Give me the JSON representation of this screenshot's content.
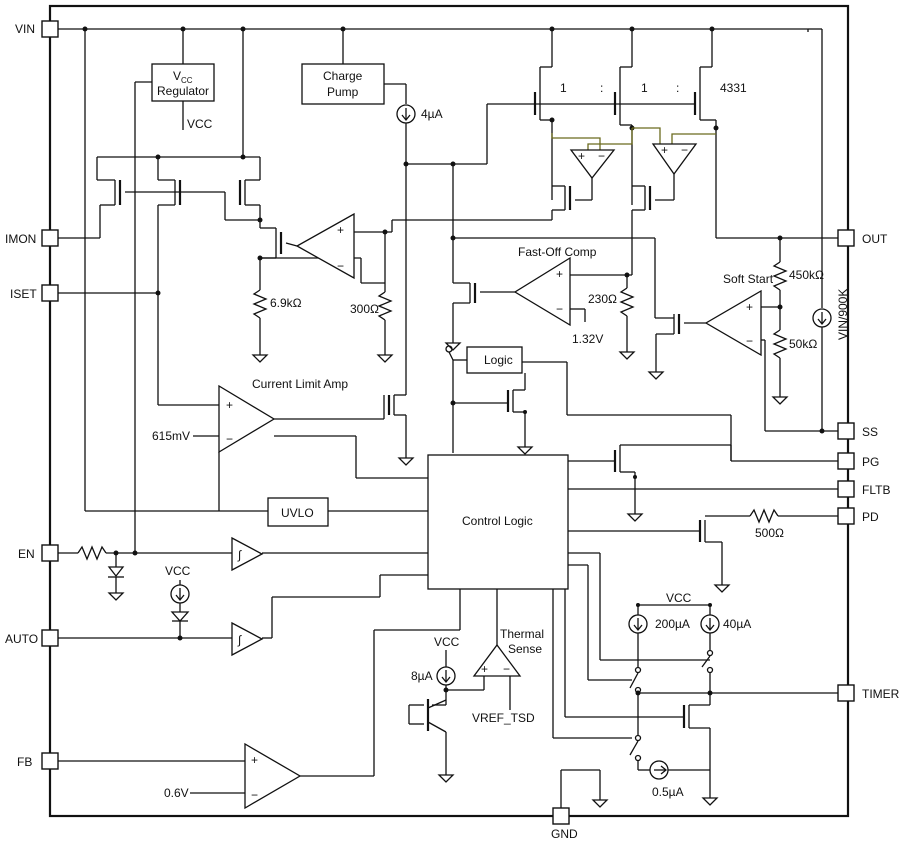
{
  "pins": {
    "vin": "VIN",
    "imon": "IMON",
    "iset": "ISET",
    "en": "EN",
    "auto": "AUTO",
    "fb": "FB",
    "out": "OUT",
    "ss": "SS",
    "pg": "PG",
    "fltb": "FLTB",
    "pd": "PD",
    "timer": "TIMER",
    "gnd": "GND"
  },
  "blocks": {
    "vcc_regulator_line1": "V",
    "vcc_regulator_sub": "CC",
    "vcc_regulator_line2": "Regulator",
    "vcc_out": "VCC",
    "charge_pump_line1": "Charge",
    "charge_pump_line2": "Pump",
    "logic": "Logic",
    "control_logic": "Control Logic",
    "uvlo": "UVLO"
  },
  "labels": {
    "current_source_4ua": "4µA",
    "ratio_1a": "1",
    "ratio_colon1": ":",
    "ratio_1b": "1",
    "ratio_colon2": ":",
    "ratio_4331": "4331",
    "fast_off_comp": "Fast-Off Comp",
    "current_limit_amp": "Current Limit Amp",
    "soft_start": "Soft Start",
    "r_450k": "450kΩ",
    "r_50k": "50kΩ",
    "vin_900k": "VIN/900K",
    "r_6k9": "6.9kΩ",
    "r_300": "300Ω",
    "r_230": "230Ω",
    "v_1p32": "1.32V",
    "v_615mv": "615mV",
    "r_500": "500Ω",
    "vcc_en": "VCC",
    "vcc_thermal": "VCC",
    "vcc_timer": "VCC",
    "i_200ua": "200µA",
    "i_40ua": "40µA",
    "i_8ua": "8µA",
    "i_0p5ua": "0.5µA",
    "thermal_line1": "Thermal",
    "thermal_line2": "Sense",
    "vref_tsd": "VREF_TSD",
    "v_0p6": "0.6V",
    "plus": "+",
    "minus": "−"
  }
}
